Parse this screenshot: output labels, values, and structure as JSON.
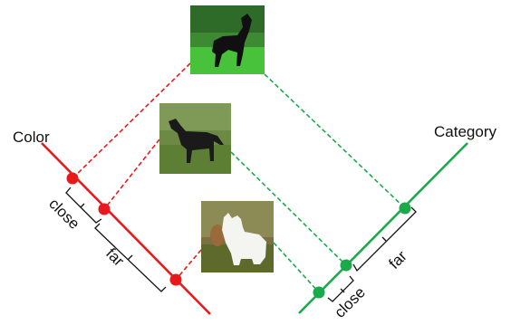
{
  "axes": {
    "left": {
      "label": "Color",
      "color": "#e8191a"
    },
    "right": {
      "label": "Category",
      "color": "#1aaa4b"
    }
  },
  "annotations": {
    "left_close": "close",
    "left_far": "far",
    "right_close": "close",
    "right_far": "far"
  },
  "images": [
    {
      "name": "black-horse-photo",
      "colors": {
        "sky": "#3d8a33",
        "ground": "#47c23a",
        "subject": "#101010"
      }
    },
    {
      "name": "black-dog-photo",
      "colors": {
        "sky": "#6d8a44",
        "ground": "#5c7f33",
        "subject": "#1a1a1a"
      }
    },
    {
      "name": "white-dog-photo",
      "colors": {
        "sky": "#7a7042",
        "ground": "#5d6a2c",
        "subject": "#f4f4f0"
      }
    }
  ]
}
